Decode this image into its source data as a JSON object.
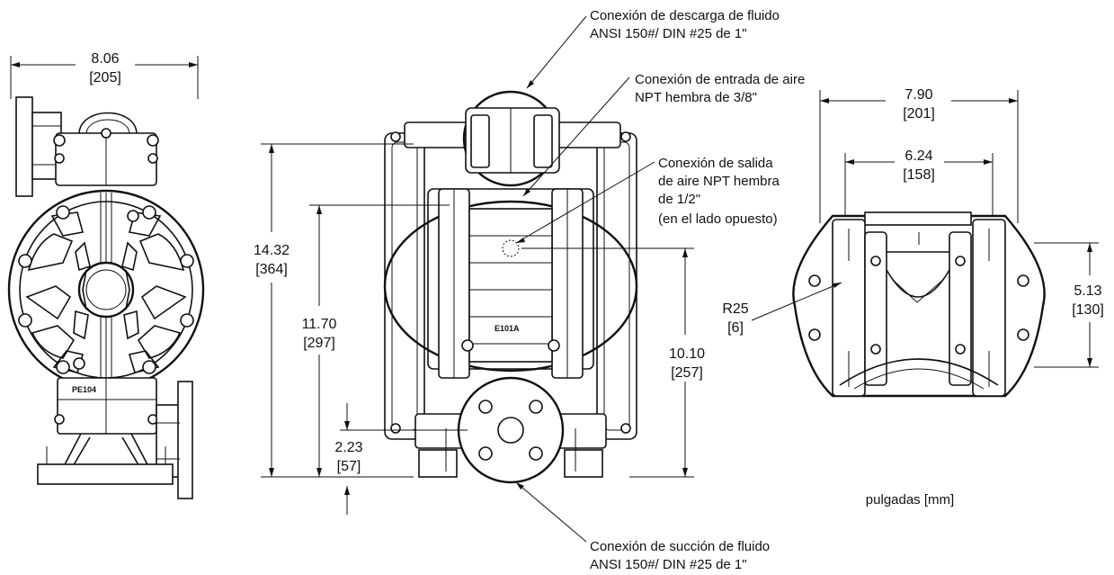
{
  "callouts": {
    "discharge": [
      "Conexión de descarga de fluido",
      "ANSI 150#/ DIN #25 de 1\""
    ],
    "air_inlet": [
      "Conexión de entrada de aire",
      "NPT hembra de 3/8\""
    ],
    "air_outlet": [
      "Conexión de salida",
      "de aire NPT hembra",
      "de 1/2\"",
      "(en el lado opuesto)"
    ],
    "suction": [
      "Conexión de succión de fluido",
      "ANSI 150#/ DIN #25 de 1\""
    ]
  },
  "dimensions": {
    "side_width": [
      "8.06",
      "[205]"
    ],
    "overall_height": [
      "14.32",
      "[364]"
    ],
    "inner_height": [
      "11.70",
      "[297]"
    ],
    "inlet_height": [
      "2.23",
      "[57]"
    ],
    "outlet_height": [
      "10.10",
      "[257]"
    ],
    "top_width": [
      "7.90",
      "[201]"
    ],
    "top_inner_width": [
      "6.24",
      "[158]"
    ],
    "top_height": [
      "5.13",
      "[130]"
    ],
    "radius": [
      "R25",
      "[6]"
    ]
  },
  "units_note": "pulgadas [mm]",
  "part_labels": {
    "side_model": "PE104",
    "front_model": "E101A"
  }
}
